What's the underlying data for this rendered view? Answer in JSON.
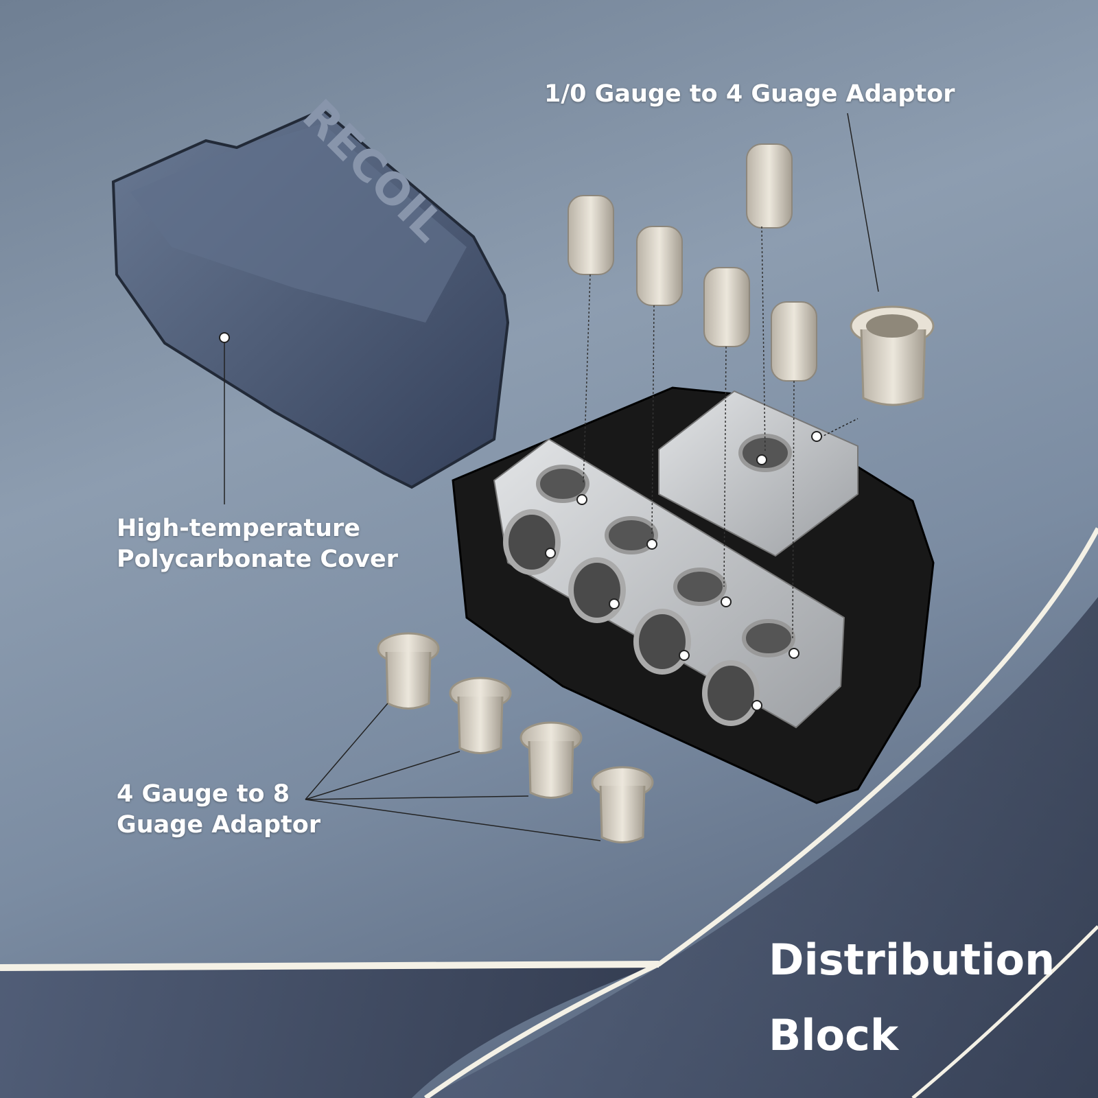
{
  "brand_logo": "RECOIL",
  "labels": {
    "top_adaptor": "1/0 Gauge to 4 Guage Adaptor",
    "cover_line1": "High-temperature",
    "cover_line2": "Polycarbonate Cover",
    "small_adaptor_line1": "4 Gauge to 8",
    "small_adaptor_line2": "Guage Adaptor"
  },
  "title": {
    "line1": "Distribution",
    "line2": "Block"
  },
  "colors": {
    "accent_line": "#f4f1e6",
    "cover": "#4a5870",
    "block": "#c8cacd",
    "base": "#1a1a1a"
  }
}
